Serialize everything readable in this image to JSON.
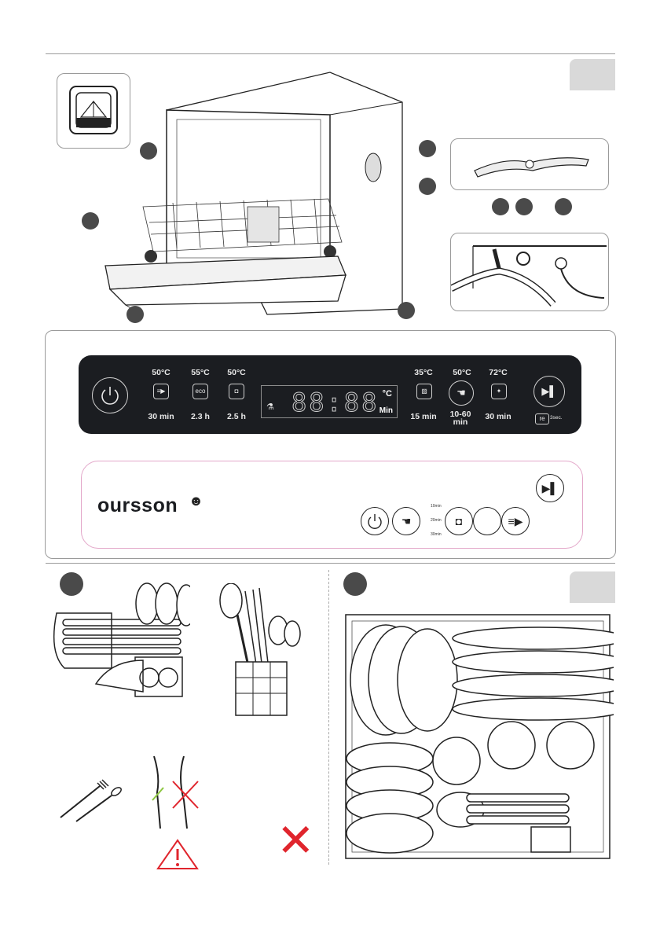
{
  "control_panel": {
    "left_programs": [
      {
        "temp": "50°C",
        "time": "30 min",
        "icon": "rapid-wash-icon",
        "glyph": "≡▶"
      },
      {
        "temp": "55°C",
        "time": "2.3 h",
        "icon": "eco-icon",
        "glyph": "eco"
      },
      {
        "temp": "50°C",
        "time": "2.5 h",
        "icon": "pot-icon",
        "glyph": "◘"
      }
    ],
    "right_programs": [
      {
        "temp": "35°C",
        "time": "15 min",
        "icon": "glass-icon",
        "glyph": "▨"
      },
      {
        "temp": "50°C",
        "time": "10-60\nmin",
        "icon": "hand-icon",
        "glyph": "☚"
      },
      {
        "temp": "72°C",
        "time": "30 min",
        "icon": "sparkle-icon",
        "glyph": "✦"
      }
    ],
    "display": {
      "digits": "88:88",
      "unit_temp": "°C",
      "unit_time": "Min"
    },
    "start_pause_glyph": "▶▌",
    "reset_label": "re",
    "reset_hint": "3sec."
  },
  "brand_panel": {
    "logo": "oursson",
    "dial_labels": [
      "10min",
      "20min",
      "30min"
    ]
  }
}
